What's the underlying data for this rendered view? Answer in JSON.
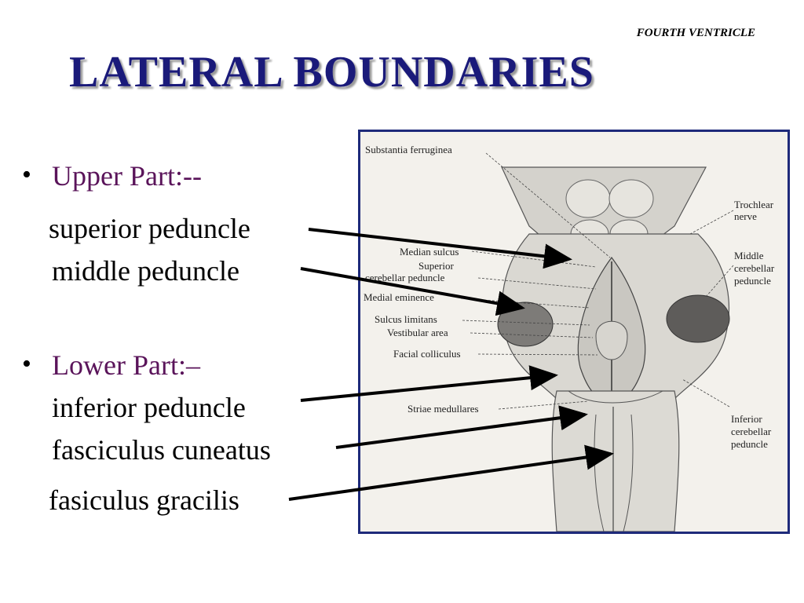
{
  "header": {
    "corner_label": "FOURTH VENTRICLE",
    "title": "LATERAL BOUNDARIES"
  },
  "content": {
    "upper": {
      "heading": "Upper Part:--",
      "items": [
        "superior peduncle",
        "middle  peduncle"
      ]
    },
    "lower": {
      "heading": "Lower Part:–",
      "items": [
        "inferior peduncle",
        "fasciculus cuneatus",
        "fasiculus gracilis"
      ]
    }
  },
  "figure": {
    "labels": {
      "substantia_ferruginea": "Substantia ferruginea",
      "median_sulcus": "Median sulcus",
      "superior": "Superior",
      "cerebellar_peduncle": "cerebellar peduncle",
      "medial_eminence": "Medial eminence",
      "sulcus_limitans": "Sulcus limitans",
      "vestibular_area": "Vestibular area",
      "facial_colliculus": "Facial colliculus",
      "striae_medullares": "Striae medullares",
      "trochlear": "Trochlear",
      "nerve": "nerve",
      "middle": "Middle",
      "cerebellar_1": "cerebellar",
      "peduncle_1": "peduncle",
      "inferior": "Inferior",
      "cerebellar_2": "cerebellar",
      "peduncle_2": "peduncle"
    }
  },
  "colors": {
    "title": "#1a1a7a",
    "heading": "#5a145a",
    "frame": "#1e2a7a"
  }
}
